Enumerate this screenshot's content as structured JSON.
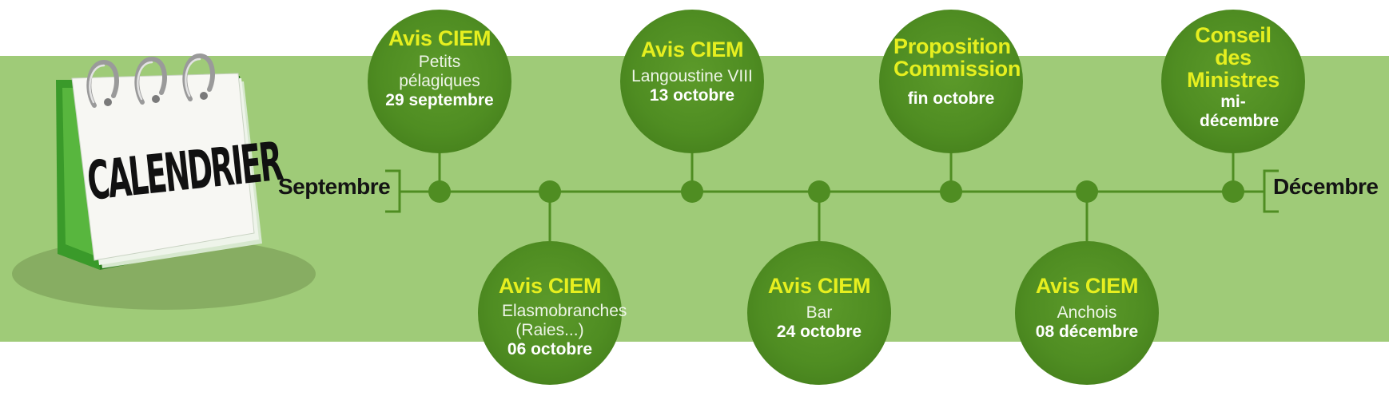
{
  "calendar": {
    "label": "CALENDRIER"
  },
  "timeline": {
    "start_label": "Septembre",
    "end_label": "Décembre"
  },
  "events": [
    {
      "title": "Avis CIEM",
      "subject": "Petits pélagiques",
      "date": "29 septembre"
    },
    {
      "title": "Avis CIEM",
      "subject": "Elasmobranches (Raies...)",
      "date": "06 octobre"
    },
    {
      "title": "Avis CIEM",
      "subject": "Langoustine VIII",
      "date": "13 octobre"
    },
    {
      "title": "Avis CIEM",
      "subject": "Bar",
      "date": "24 octobre"
    },
    {
      "title": "Proposition Commission",
      "subject": "",
      "date": "fin octobre"
    },
    {
      "title": "Avis CIEM",
      "subject": "Anchois",
      "date": "08 décembre"
    },
    {
      "title": "Conseil des Ministres",
      "subject": "",
      "date": "mi-décembre"
    }
  ],
  "colors": {
    "band": "#9fcb78",
    "line": "#4f8d22",
    "circle": "#4f8d22",
    "title_text": "#e6ef1f",
    "calendar_green": "#3e9a2c"
  }
}
